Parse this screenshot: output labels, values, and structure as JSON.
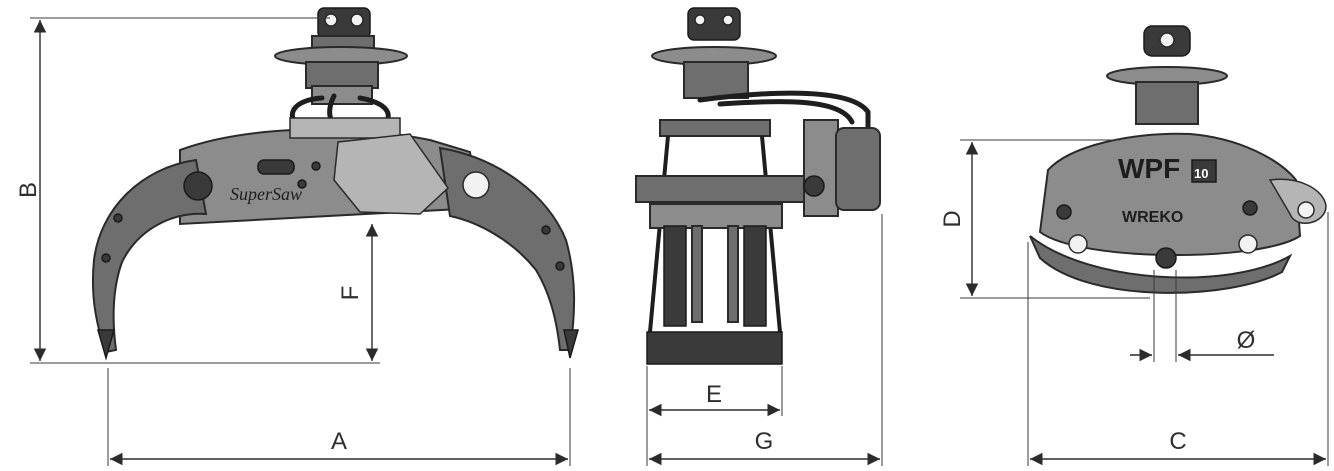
{
  "dimensions": {
    "a": "A",
    "b": "B",
    "c": "C",
    "d": "D",
    "e": "E",
    "f": "F",
    "g": "G",
    "dia": "Ø"
  },
  "branding": {
    "model_text": "SuperSaw",
    "maker_text": "WPF",
    "maker_suffix": "10",
    "logo_text": "WREKO"
  },
  "icons": [
    "arrowhead-icon"
  ]
}
